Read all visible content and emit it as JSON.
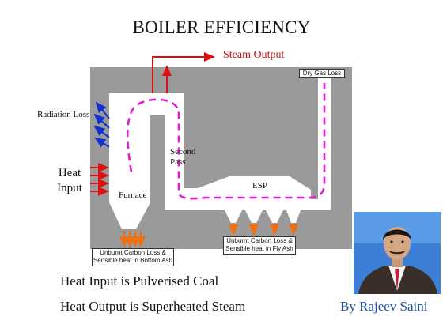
{
  "title": "BOILER EFFICIENCY",
  "labels": {
    "steam_output": "Steam Output",
    "radiation_loss": "Radiation Loss",
    "heat_input_line1": "Heat",
    "heat_input_line2": "Input",
    "furnace": "Furnace",
    "second_pass_line1": "Second",
    "second_pass_line2": "Pass",
    "esp": "ESP",
    "dry_gas_loss": "Dry Gas Loss",
    "bottom_ash_line1": "Unburnt Carbon Loss &",
    "bottom_ash_line2": "Sensible heat in Bottom Ash",
    "fly_ash_line1": "Unburnt Carbon Loss &",
    "fly_ash_line2": "Sensible heat in Fly Ash"
  },
  "footer": {
    "line1": "Heat Input is Pulverised Coal",
    "line2": "Heat Output is Superheated Steam",
    "author": "By Rajeev Saini"
  },
  "colors": {
    "background_panel": "#9a9a9a",
    "flue_path": "#e020d0",
    "steam_arrow": "#dd1010",
    "heat_arrow": "#dd1010",
    "radiation_arrow": "#1030d0",
    "ash_arrow": "#f07010",
    "author_text": "#1a4fa8"
  }
}
